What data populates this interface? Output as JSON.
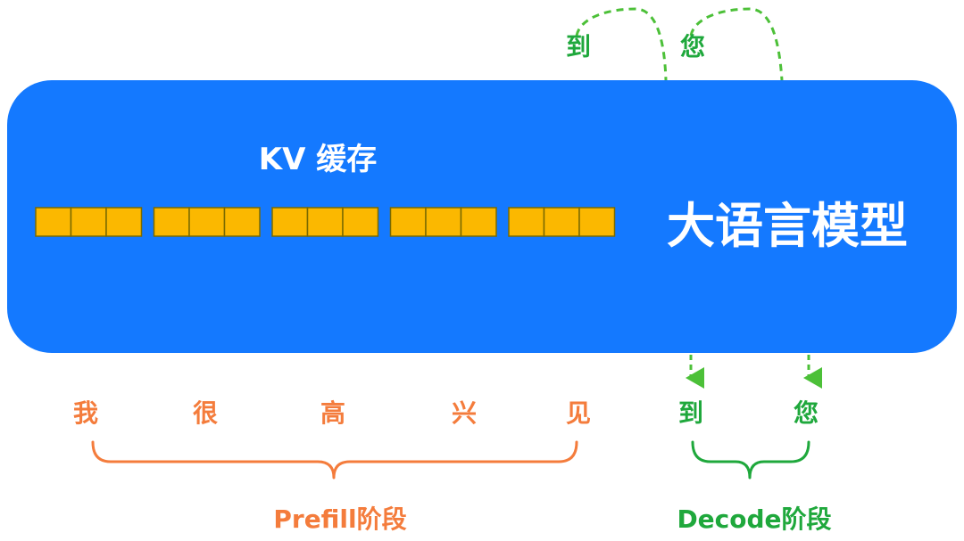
{
  "model": {
    "kv_cache_label": "KV 缓存",
    "title": "大语言模型",
    "fill_color": "#1479ff"
  },
  "kv_cache": {
    "groups": [
      3,
      3,
      3,
      3,
      3
    ],
    "cell_color": "#fbb800",
    "cell_border": "#7a6a00"
  },
  "prefill": {
    "tokens": [
      "我",
      "很",
      "高",
      "兴",
      "见"
    ],
    "stage_label": "Prefill阶段",
    "color": "#f47c3c"
  },
  "decode": {
    "tokens": [
      "到",
      "您"
    ],
    "output_tokens": [
      "到",
      "您"
    ],
    "stage_label": "Decode阶段",
    "color": "#1fa83c",
    "arrow_color": "#4cc038"
  }
}
